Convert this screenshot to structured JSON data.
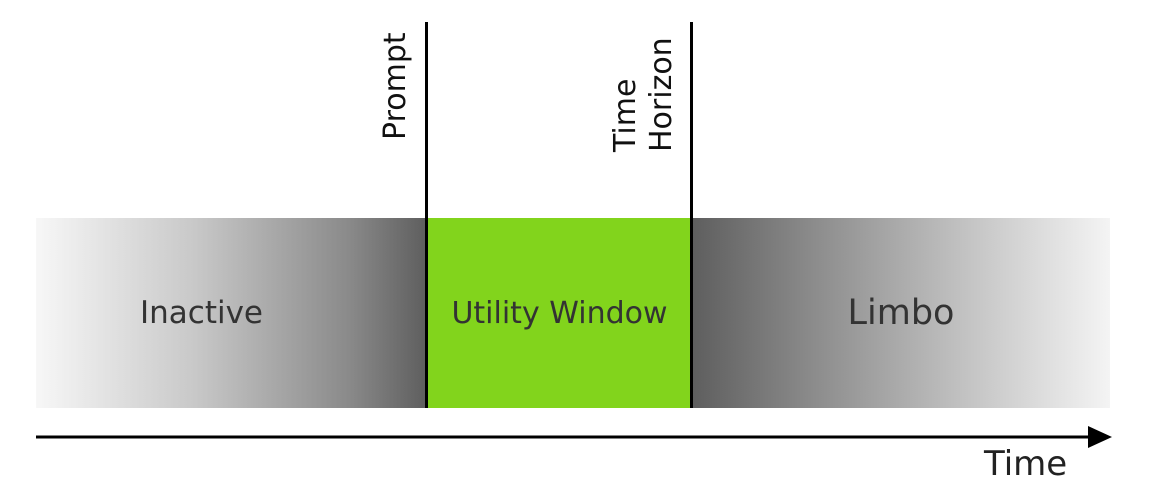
{
  "markers": {
    "prompt": "Prompt",
    "time_horizon_line1": "Time",
    "time_horizon_line2": "Horizon"
  },
  "regions": {
    "inactive": "Inactive",
    "utility_window": "Utility Window",
    "limbo": "Limbo"
  },
  "axis": {
    "label": "Time"
  },
  "colors": {
    "utility_window": "#82d41c",
    "lines": "#000000"
  }
}
